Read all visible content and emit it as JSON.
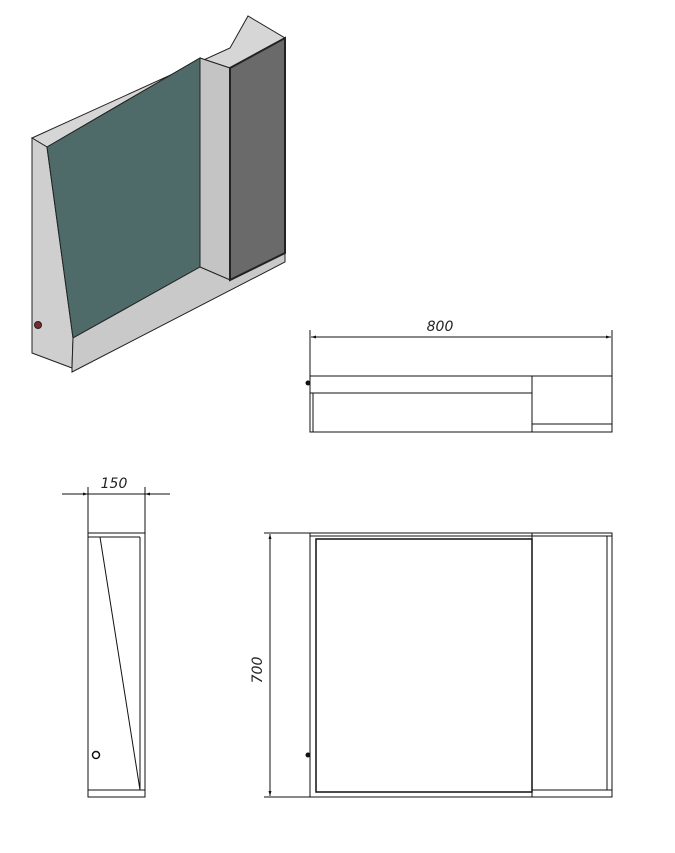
{
  "drawing": {
    "dimensions": {
      "width": "800",
      "depth": "150",
      "height": "700"
    },
    "colors": {
      "mirror": "#4e6b69",
      "door": "#6a6a6a",
      "panel": "#c8c8c8",
      "line": "#111111"
    }
  }
}
